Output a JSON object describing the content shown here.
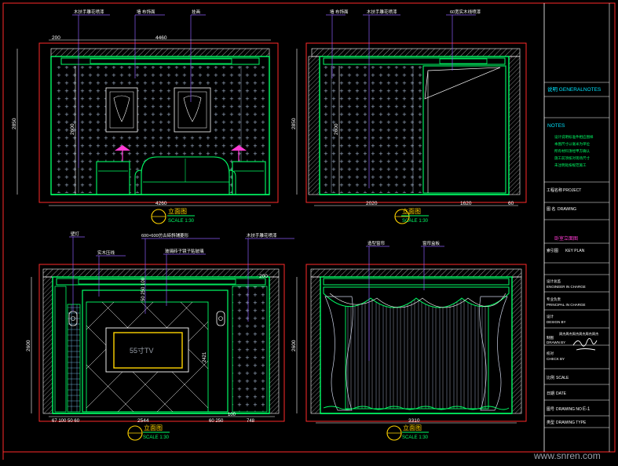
{
  "drawing": {
    "watermark": "www.snren.com",
    "colors": {
      "background": "#000000",
      "frame": "#ff2a2a",
      "wall": "#00ff66",
      "line": "#ffffff",
      "leader": "#8b5cf6",
      "dimension": "#ffffff",
      "cyan": "#00e5ff",
      "yellow": "#ffd400",
      "magenta": "#ff3bd4",
      "note_text": "#00ff66"
    }
  },
  "elevations": [
    {
      "id": "A",
      "title": "立面图",
      "scale": "SCALE 1:30",
      "callouts": [
        "木扶手雕花喷漆",
        "墙 布饰面",
        "挂画"
      ],
      "dims_top": [
        "200",
        "4460"
      ],
      "dims_left": [
        "2850",
        "2600"
      ],
      "dims_bottom": [
        "4260"
      ]
    },
    {
      "id": "B",
      "title": "立面图",
      "scale": "SCALE 1:30",
      "callouts": [
        "墙 布饰面",
        "木扶手雕花喷漆",
        "60宽实木线喷漆"
      ],
      "dims_left": [
        "2850",
        "2600"
      ],
      "dims_bottom": [
        "2020",
        "1620",
        "60"
      ]
    },
    {
      "id": "C",
      "title": "立面图",
      "scale": "SCALE 1:30",
      "callouts": [
        "壁灯",
        "实木压线",
        "600×600仿古砖斜铺菱形",
        "玻璃砖子镜子贴玻璃",
        "木扶手雕花喷漆"
      ],
      "dims_left": [
        "2600"
      ],
      "dims_top": [
        "200"
      ],
      "dims_mid": [
        "50 250 100",
        "2421"
      ],
      "dims_bottom": [
        "67 100 50 60",
        "2544",
        "60 250",
        "100",
        "748"
      ],
      "tv_label": "55寸TV"
    },
    {
      "id": "D",
      "title": "立面图",
      "scale": "SCALE 1:30",
      "callouts": [
        "造型窗帘",
        "窗帘盒板"
      ],
      "dims_left": [
        "2600"
      ],
      "dims_bottom": [
        "3310"
      ]
    }
  ],
  "title_block": {
    "notes_header": "说明  GENERALNOTES",
    "notes_label": "NOTES",
    "notes_lines": [
      "设计说明标准件相应图样",
      "本图尺寸以毫米为单位",
      "所有材料须经甲方确认",
      "施工前须核对现场尺寸",
      "未注明处按规范施工"
    ],
    "project_label": "工程名称",
    "project_value": "PROJECT",
    "drawing_label": "图 名",
    "drawing_value": "DRAWING",
    "drawing_name": "卧室立面图",
    "key_plan_label": "索引图",
    "key_plan_value": "KEY PLAN",
    "engineer_label": "设计总监",
    "engineer_value": "ENGINEER IN CHARGE",
    "principal_label": "专业负责",
    "principal_value": "PRINCIPAL IN CHARGE",
    "designer_label": "设计",
    "designer_value": "DESIGN BY",
    "designer_name": "周杰周杰周杰周杰周杰周杰",
    "drawn_label": "制图",
    "drawn_value": "DRAWN BY",
    "check_label": "校对",
    "check_value": "CHECK BY",
    "scale_label": "比例",
    "scale_value": "SCALE",
    "date_label": "日期",
    "date_value": "DATE",
    "dwg_no_label": "图号",
    "dwg_no_value": "DRAWING NO",
    "dwg_no": "E-1",
    "type_label": "类型",
    "type_value": "DRAWING TYPE"
  }
}
